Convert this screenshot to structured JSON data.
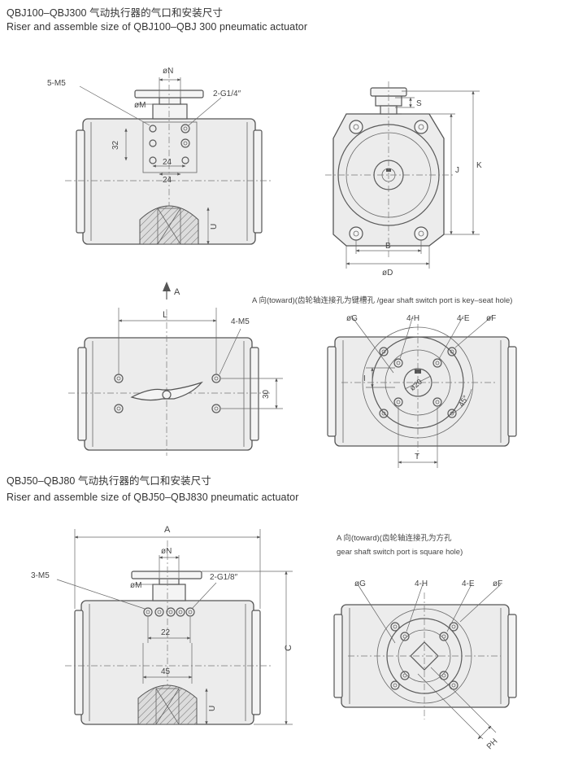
{
  "section1": {
    "title_cn": "QBJ100–QBJ300 气动执行器的气口和安装尺寸",
    "title_en": "Riser and assemble size of QBJ100–QBJ 300 pneumatic actuator"
  },
  "section2": {
    "title_cn": "QBJ50–QBJ80 气动执行器的气口和安装尺寸",
    "title_en": "Riser and assemble size of QBJ50–QBJ830 pneumatic actuator"
  },
  "top_front": {
    "label_n": "øN",
    "label_m": "øM",
    "label_5m5": "5-M5",
    "label_g14": "2-G1/4″",
    "label_32": "32",
    "label_24a": "24",
    "label_24b": "24",
    "label_u": "U"
  },
  "top_side": {
    "label_s": "S",
    "label_j": "J",
    "label_k": "K",
    "label_b": "B",
    "label_d": "øD"
  },
  "arrow_a": "A",
  "top_bottom": {
    "label_l": "L",
    "label_4m5": "4-M5",
    "label_30": "30"
  },
  "top_a_view": {
    "note": "A 向(toward)(齿轮轴连接孔为键槽孔 /gear shaft switch port is key–seat hole)",
    "label_g": "øG",
    "label_h": "4-H",
    "label_e": "4-E",
    "label_f": "øF",
    "label_i": "I",
    "label_t": "T",
    "label_phi": "ø20",
    "label_45": "45°"
  },
  "bot_front": {
    "label_a": "A",
    "label_n": "øN",
    "label_m": "øM",
    "label_3m5": "3-M5",
    "label_g18": "2-G1/8″",
    "label_22": "22",
    "label_45": "45",
    "label_c": "C",
    "label_u": "U"
  },
  "bot_a_view": {
    "note1": "A 向(toward)(齿轮轴连接孔为方孔",
    "note2": "gear shaft switch port is square hole)",
    "label_g": "øG",
    "label_h": "4-H",
    "label_e": "4-E",
    "label_f": "øF",
    "label_ph": "PH"
  }
}
